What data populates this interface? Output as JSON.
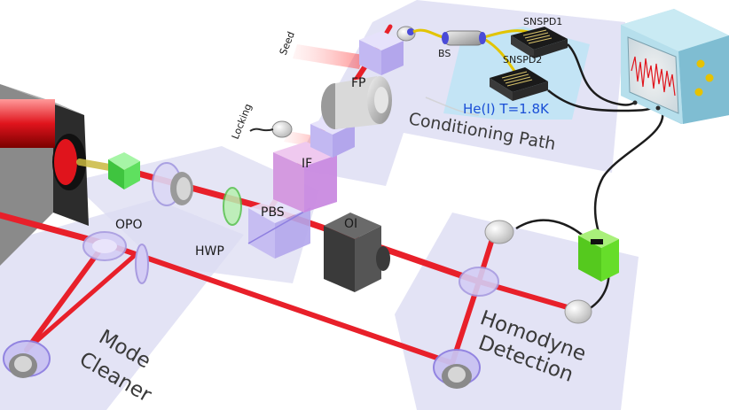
{
  "labels": {
    "seed": "Seed",
    "locking": "Locking",
    "fp": "FP",
    "if": "IF",
    "pbs": "PBS",
    "oi": "OI",
    "opo": "OPO",
    "hwp": "HWP",
    "bs": "BS",
    "snspd1": "SNSPD1",
    "snspd2": "SNSPD2",
    "cryostat": "He(I)  T=1.8K",
    "conditioning_path": "Conditioning Path",
    "mode_cleaner_1": "Mode",
    "mode_cleaner_2": "Cleaner",
    "homodyne_1": "Homodyne",
    "homodyne_2": "Detection"
  },
  "colors": {
    "beam": "#e8202a",
    "platform": "#dcdcf2",
    "cryostat": "#bfe3f5",
    "crystal_green": "#5fe05f",
    "detector_green": "#66dd2a",
    "oscilloscope": "#a8d8e8",
    "optics_violet": "#b8a8f0",
    "fiber": "#e2c400"
  }
}
